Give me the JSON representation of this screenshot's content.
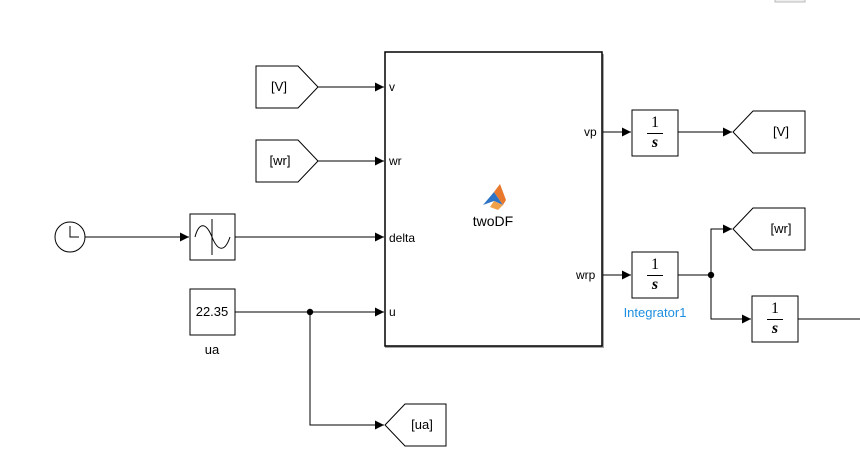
{
  "diagram": {
    "subsystem": {
      "label": "twoDF"
    },
    "input_ports": {
      "v": "v",
      "wr": "wr",
      "delta": "delta",
      "u": "u"
    },
    "output_ports": {
      "vp": "vp",
      "wrp": "wrp"
    },
    "from_blocks": {
      "v": "[V]",
      "wr": "[wr]"
    },
    "goto_blocks": {
      "v": "[V]",
      "wr": "[wr]",
      "ua": "[ua]"
    },
    "constant": {
      "value": "22.35",
      "name": "ua"
    },
    "integrators": {
      "numerator": "1",
      "denominator": "s",
      "selected_name": "Integrator1"
    }
  },
  "colors": {
    "line": "#000000",
    "selected_label": "#1e8fe0",
    "matlab_icon_orange": "#e8782c",
    "matlab_icon_blue": "#2d74c6"
  },
  "icons": [
    "clock-icon",
    "sine-wave-icon",
    "matlab-logo-icon"
  ]
}
